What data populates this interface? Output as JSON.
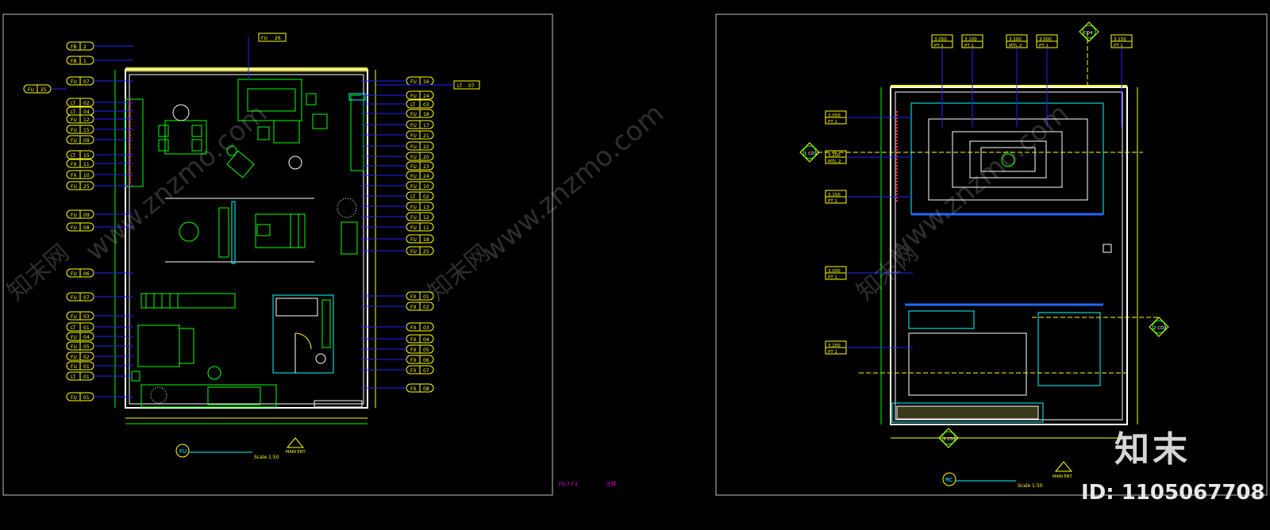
{
  "left_plan": {
    "scale_text": "Scale 1:50",
    "symbol": "FU",
    "entry_label": "MAIN ENT.",
    "legend_lines": [
      "FU-7.F.1",
      "注释"
    ],
    "left_tags": [
      [
        "FB",
        "2"
      ],
      [
        "FB",
        "1"
      ],
      [
        "FU",
        "07"
      ],
      [
        "FU",
        "25"
      ],
      [
        "LT",
        "02"
      ],
      [
        "LT",
        "04"
      ],
      [
        "FU",
        "12"
      ],
      [
        "FU",
        "15"
      ],
      [
        "FU",
        "09"
      ],
      [
        "LT",
        "15"
      ],
      [
        "FX",
        "11"
      ],
      [
        "FX",
        "10"
      ],
      [
        "FU",
        "25"
      ],
      [
        "FU",
        "09"
      ],
      [
        "FU",
        "08"
      ],
      [
        "FU",
        "06"
      ],
      [
        "FU",
        "07"
      ],
      [
        "FU",
        "03"
      ],
      [
        "LT",
        "01"
      ],
      [
        "FU",
        "04"
      ],
      [
        "FU",
        "05"
      ],
      [
        "FU",
        "02"
      ],
      [
        "FU",
        "01"
      ],
      [
        "LT",
        "01"
      ],
      [
        "FU",
        "01"
      ]
    ],
    "right_tags": [
      [
        "FU",
        "16"
      ],
      [
        "FU",
        "24"
      ],
      [
        "LT",
        "03"
      ],
      [
        "FU",
        "18"
      ],
      [
        "FU",
        "17"
      ],
      [
        "FU",
        "21"
      ],
      [
        "FU",
        "22"
      ],
      [
        "FU",
        "20"
      ],
      [
        "FU",
        "23"
      ],
      [
        "FU",
        "24"
      ],
      [
        "FU",
        "10"
      ],
      [
        "LT",
        "02"
      ],
      [
        "FU",
        "13"
      ],
      [
        "FU",
        "12"
      ],
      [
        "FU",
        "11"
      ],
      [
        "FU",
        "18"
      ],
      [
        "FU",
        "25"
      ],
      [
        "FX",
        "01"
      ],
      [
        "FX",
        "02"
      ],
      [
        "FX",
        "03"
      ],
      [
        "FX",
        "04"
      ],
      [
        "FX",
        "05"
      ],
      [
        "FX",
        "06"
      ],
      [
        "FX",
        "07"
      ],
      [
        "FX",
        "08"
      ]
    ],
    "top_tag": [
      "FU",
      "26"
    ],
    "extra_tag": [
      "LT",
      "07"
    ]
  },
  "right_plan": {
    "scale_text": "Scale 1:50",
    "symbol": "RC",
    "entry_label": "MAIN ENT.",
    "section_markers": [
      "1 CD1",
      "2 CD2",
      "3 CD3",
      "CD4"
    ],
    "ceiling_tags": [
      [
        "3.050",
        "PT 1"
      ],
      [
        "3.100",
        "PT 1"
      ],
      [
        "3.200",
        "MTL 2"
      ],
      [
        "3.000",
        "PT 1"
      ],
      [
        "3.150",
        "PT 1"
      ],
      [
        "3.050",
        "PT 1"
      ],
      [
        "3.200",
        "MTL 2"
      ],
      [
        "3.150",
        "PT 1"
      ],
      [
        "3.000",
        "PT 1"
      ],
      [
        "3.200",
        "PT 1"
      ]
    ]
  },
  "watermark": {
    "url": "www.znzmo.com",
    "name": "知末网",
    "brand": "知末",
    "id_text": "ID: 1105067708"
  },
  "colors": {
    "background": "#000000",
    "frame": "#bfbfbf",
    "wall": "#ffffff",
    "furniture": "#00ff00",
    "tag": "#ffff00",
    "leader": "#2222ff",
    "accent": "#ff2222",
    "cyan": "#00ffff",
    "magenta": "#ff00ff"
  }
}
